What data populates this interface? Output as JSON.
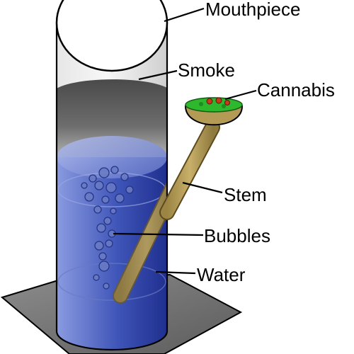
{
  "labels": {
    "mouthpiece": "Mouthpiece",
    "smoke": "Smoke",
    "cannabis": "Cannabis",
    "stem": "Stem",
    "bubbles": "Bubbles",
    "water": "Water"
  },
  "colors": {
    "base_plate": "#7a7a7a",
    "glass_outline": "#000000",
    "smoke": "#5a5a5a",
    "water": "#2a3f9e",
    "stem": "#b39a55",
    "bowl_herb": "#2db82d",
    "bowl_flower": "#c43a1a"
  }
}
